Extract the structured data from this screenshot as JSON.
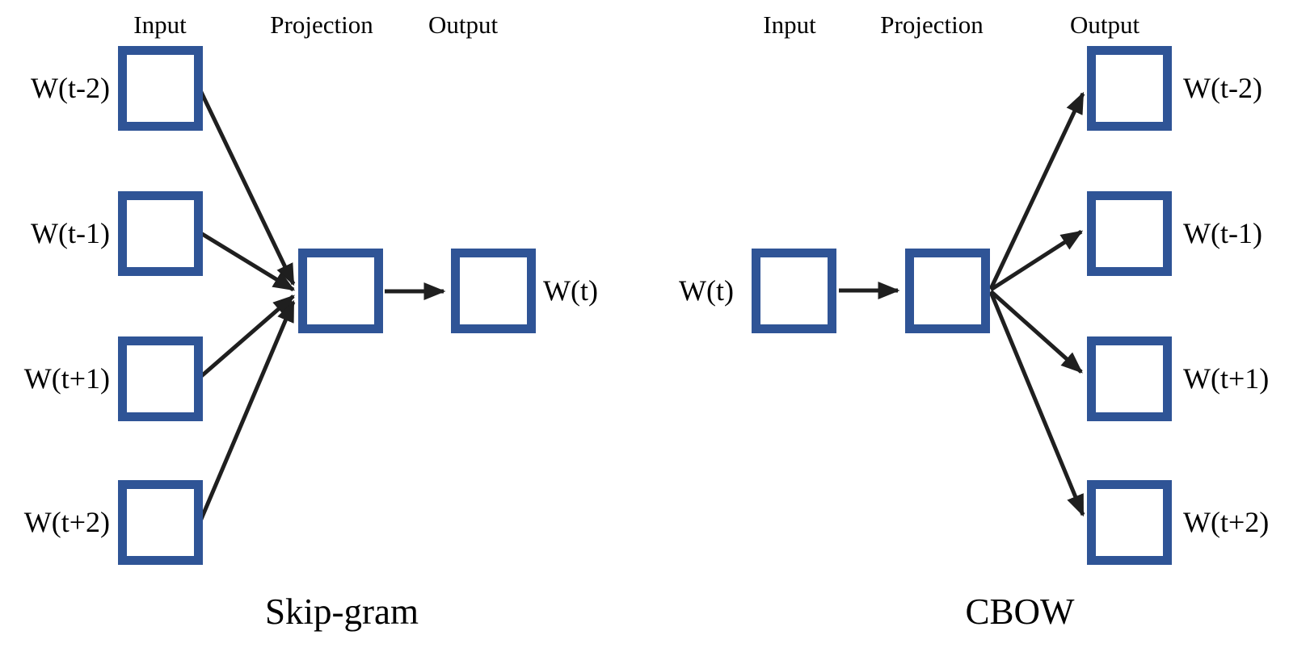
{
  "figure": {
    "skipgram": {
      "caption": "Skip-gram",
      "headers": {
        "input": "Input",
        "projection": "Projection",
        "output": "Output"
      },
      "context_labels": [
        "W(t-2)",
        "W(t-1)",
        "W(t+1)",
        "W(t+2)"
      ],
      "center_label": "W(t)"
    },
    "cbow": {
      "caption": "CBOW",
      "headers": {
        "input": "Input",
        "projection": "Projection",
        "output": "Output"
      },
      "center_label": "W(t)",
      "context_labels": [
        "W(t-2)",
        "W(t-1)",
        "W(t+1)",
        "W(t+2)"
      ]
    },
    "colors": {
      "box_border": "#2F5496",
      "arrow": "#1F1F1F",
      "text": "#000000",
      "background": "#FFFFFF"
    }
  }
}
